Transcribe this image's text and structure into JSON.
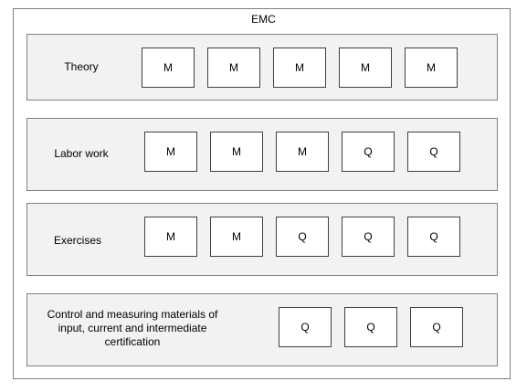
{
  "title": "EMC",
  "rows": [
    {
      "label": "Theory",
      "items": [
        "M",
        "M",
        "M",
        "M",
        "M"
      ]
    },
    {
      "label": "Labor work",
      "items": [
        "M",
        "M",
        "M",
        "Q",
        "Q"
      ]
    },
    {
      "label": "Exercises",
      "items": [
        "M",
        "M",
        "Q",
        "Q",
        "Q"
      ]
    },
    {
      "label": "Control and measuring materials of input, current and intermediate certification",
      "items": [
        "Q",
        "Q",
        "Q"
      ]
    }
  ]
}
